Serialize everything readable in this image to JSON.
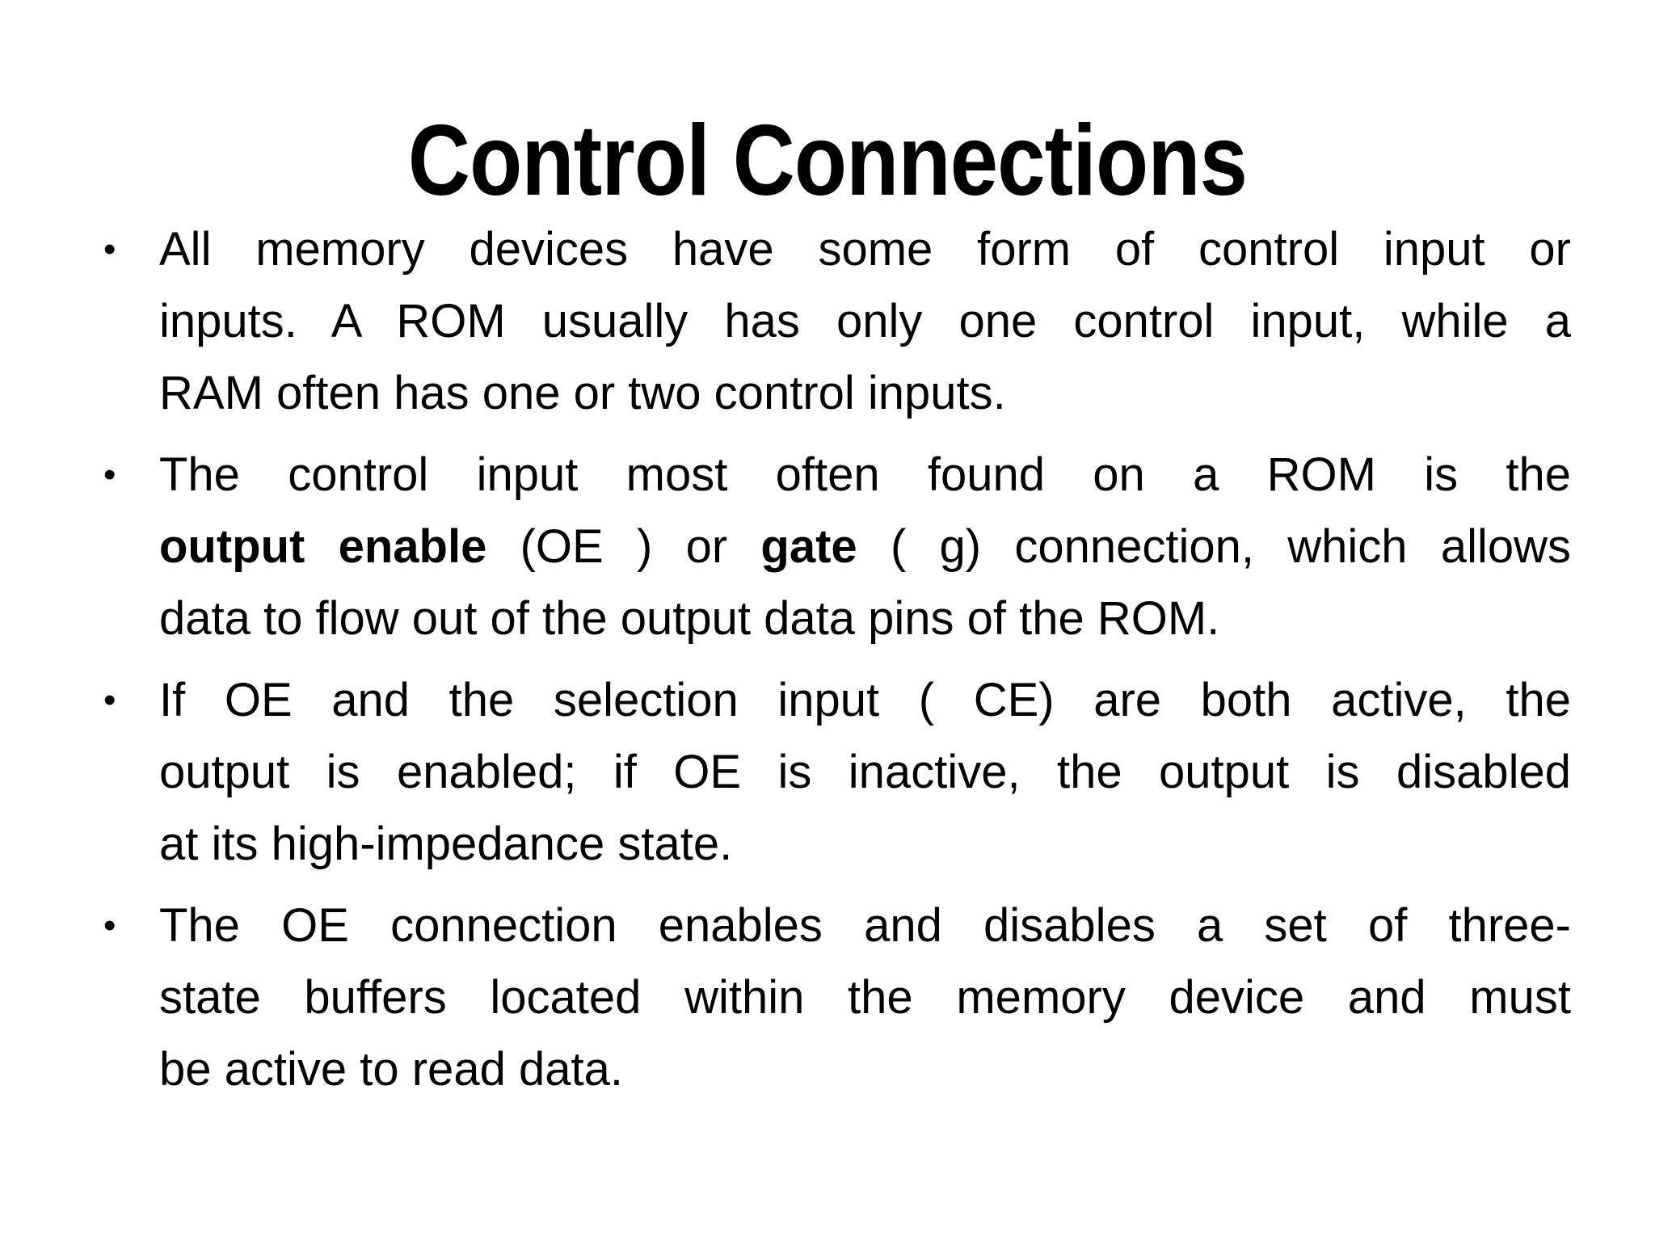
{
  "slide": {
    "title": "Control Connections",
    "bullet_char": "•",
    "text_color": "#000000",
    "background_color": "#ffffff",
    "bullets": [
      {
        "lines": [
          {
            "segments": [
              {
                "text": "All memory devices have some form of control input or",
                "bold": false
              }
            ]
          },
          {
            "segments": [
              {
                "text": "inputs. A ROM usually has only one control input, while a",
                "bold": false
              }
            ]
          },
          {
            "segments": [
              {
                "text": "RAM often has one or two control inputs.",
                "bold": false
              }
            ]
          }
        ]
      },
      {
        "lines": [
          {
            "segments": [
              {
                "text": "The control input most often found on a ROM is the",
                "bold": false
              }
            ]
          },
          {
            "segments": [
              {
                "text": "output enable",
                "bold": true
              },
              {
                "text": " (OE ) or ",
                "bold": false
              },
              {
                "text": "gate",
                "bold": true
              },
              {
                "text": " ( g) connection, which allows",
                "bold": false
              }
            ]
          },
          {
            "segments": [
              {
                "text": "data to flow out of the output data pins of the ROM.",
                "bold": false
              }
            ]
          }
        ]
      },
      {
        "lines": [
          {
            "segments": [
              {
                "text": "If OE and the selection input ( CE) are both active, the",
                "bold": false
              }
            ]
          },
          {
            "segments": [
              {
                "text": "output is enabled; if OE is inactive, the output is disabled",
                "bold": false
              }
            ]
          },
          {
            "segments": [
              {
                "text": "at its high-impedance state.",
                "bold": false
              }
            ]
          }
        ]
      },
      {
        "lines": [
          {
            "segments": [
              {
                "text": "The OE connection enables and disables a set of three-",
                "bold": false
              }
            ]
          },
          {
            "segments": [
              {
                "text": "state buffers located within the memory device and must",
                "bold": false
              }
            ]
          },
          {
            "segments": [
              {
                "text": "be active to read data.",
                "bold": false
              }
            ]
          }
        ]
      }
    ]
  }
}
